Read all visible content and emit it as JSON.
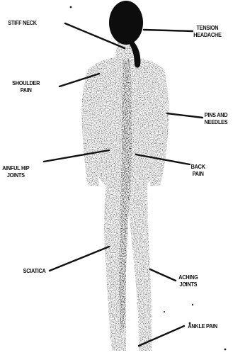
{
  "labels": {
    "stiff_neck": "STIFF NECK",
    "tension_headache": [
      "TENSION",
      "HEADACHE"
    ],
    "shoulder_pain": [
      "SHOULDER",
      "PAIN"
    ],
    "pins_and_needles": [
      "PINS AND",
      "NEEDLES"
    ],
    "painful_hip_joints": [
      "AINFUL HIP",
      "JOINTS"
    ],
    "back_pain": [
      "BACK",
      "PAIN"
    ],
    "sciatica": "SCIATICA",
    "aching_joints": [
      "ACHING",
      "JOINTS"
    ],
    "ankle_pain": "ANKLE PAIN"
  },
  "colors": {
    "ink": "#111111",
    "body_shade": "#4a4a4a",
    "hair": "#0d0d0d",
    "background": "#ffffff"
  }
}
